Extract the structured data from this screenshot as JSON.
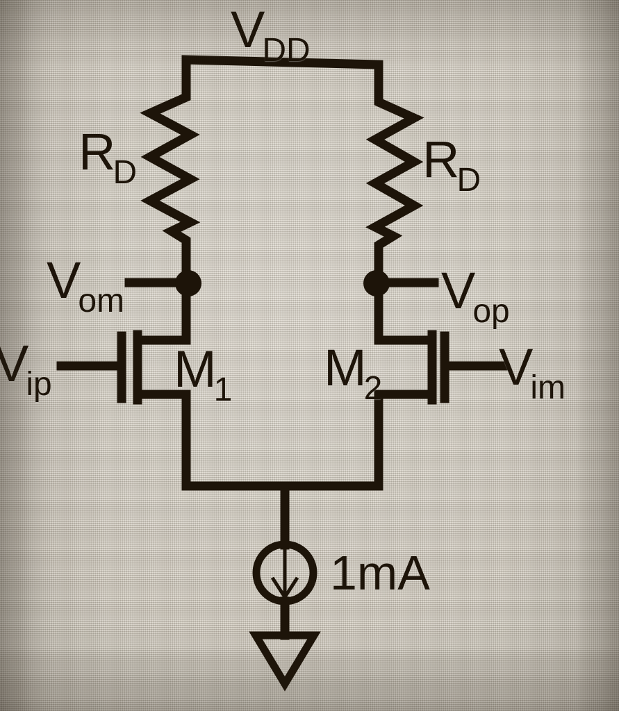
{
  "figure": {
    "title": "MOS differential pair amplifier schematic",
    "background_color": "#cfc8ba",
    "ink_color": "#1d1409"
  },
  "labels": {
    "supply": {
      "main": "V",
      "sub": "DD",
      "name": "supply-rail-label"
    },
    "resistor_left": {
      "main": "R",
      "sub": "D",
      "name": "resistor-left-label"
    },
    "resistor_right": {
      "main": "R",
      "sub": "D",
      "name": "resistor-right-label"
    },
    "output_minus": {
      "main": "V",
      "sub": "om",
      "name": "output-minus-label"
    },
    "output_plus": {
      "main": "V",
      "sub": "op",
      "name": "output-plus-label"
    },
    "input_plus": {
      "main": "V",
      "sub": "ip",
      "name": "input-plus-label"
    },
    "input_minus": {
      "main": "V",
      "sub": "im",
      "name": "input-minus-label"
    },
    "transistor_left": {
      "main": "M",
      "sub": "1",
      "name": "transistor-m1-label"
    },
    "transistor_right": {
      "main": "M",
      "sub": "2",
      "name": "transistor-m2-label"
    },
    "tail_current": {
      "value": "1mA",
      "name": "tail-current-label"
    }
  },
  "components": {
    "resistors": [
      {
        "id": "RD-left",
        "label": "RD",
        "terminals": [
          "VDD",
          "Vom"
        ]
      },
      {
        "id": "RD-right",
        "label": "RD",
        "terminals": [
          "VDD",
          "Vop"
        ]
      }
    ],
    "transistors": [
      {
        "id": "M1",
        "type": "nmos",
        "gate": "Vip",
        "drain": "Vom",
        "source": "tail"
      },
      {
        "id": "M2",
        "type": "nmos",
        "gate": "Vim",
        "drain": "Vop",
        "source": "tail"
      }
    ],
    "current_source": {
      "id": "Itail",
      "value": "1mA",
      "direction": "down",
      "terminals": [
        "tail",
        "gnd"
      ]
    },
    "ground": {
      "id": "GND",
      "symbol": "triangle"
    },
    "nodes": [
      {
        "id": "Vom",
        "type": "junction-dot"
      },
      {
        "id": "Vop",
        "type": "junction-dot"
      }
    ]
  }
}
